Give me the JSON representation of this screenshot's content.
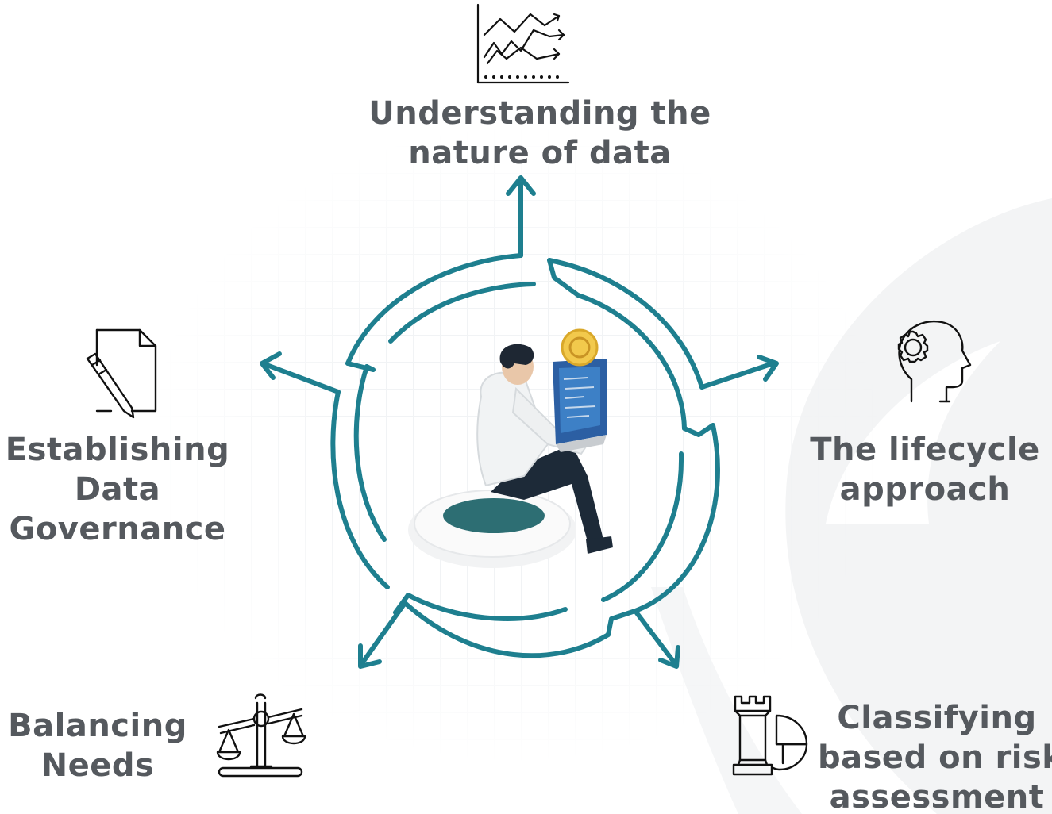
{
  "labels": {
    "top": [
      "Understanding the",
      "nature of data"
    ],
    "left": [
      "Establishing",
      "Data",
      "Governance"
    ],
    "right": [
      "The lifecycle",
      "approach"
    ],
    "bottom_left": [
      "Balancing",
      "Needs"
    ],
    "bottom_right": [
      "Classifying",
      "based on risk",
      "assessment"
    ]
  },
  "icons": {
    "top": "line-chart-icon",
    "left": "document-pen-icon",
    "right": "head-gear-icon",
    "bottom_left": "balance-scale-icon",
    "bottom_right": "chess-rook-pie-chart-icon"
  },
  "colors": {
    "accent": "#1e7f8f",
    "text": "#55595e",
    "icon": "#111111"
  }
}
